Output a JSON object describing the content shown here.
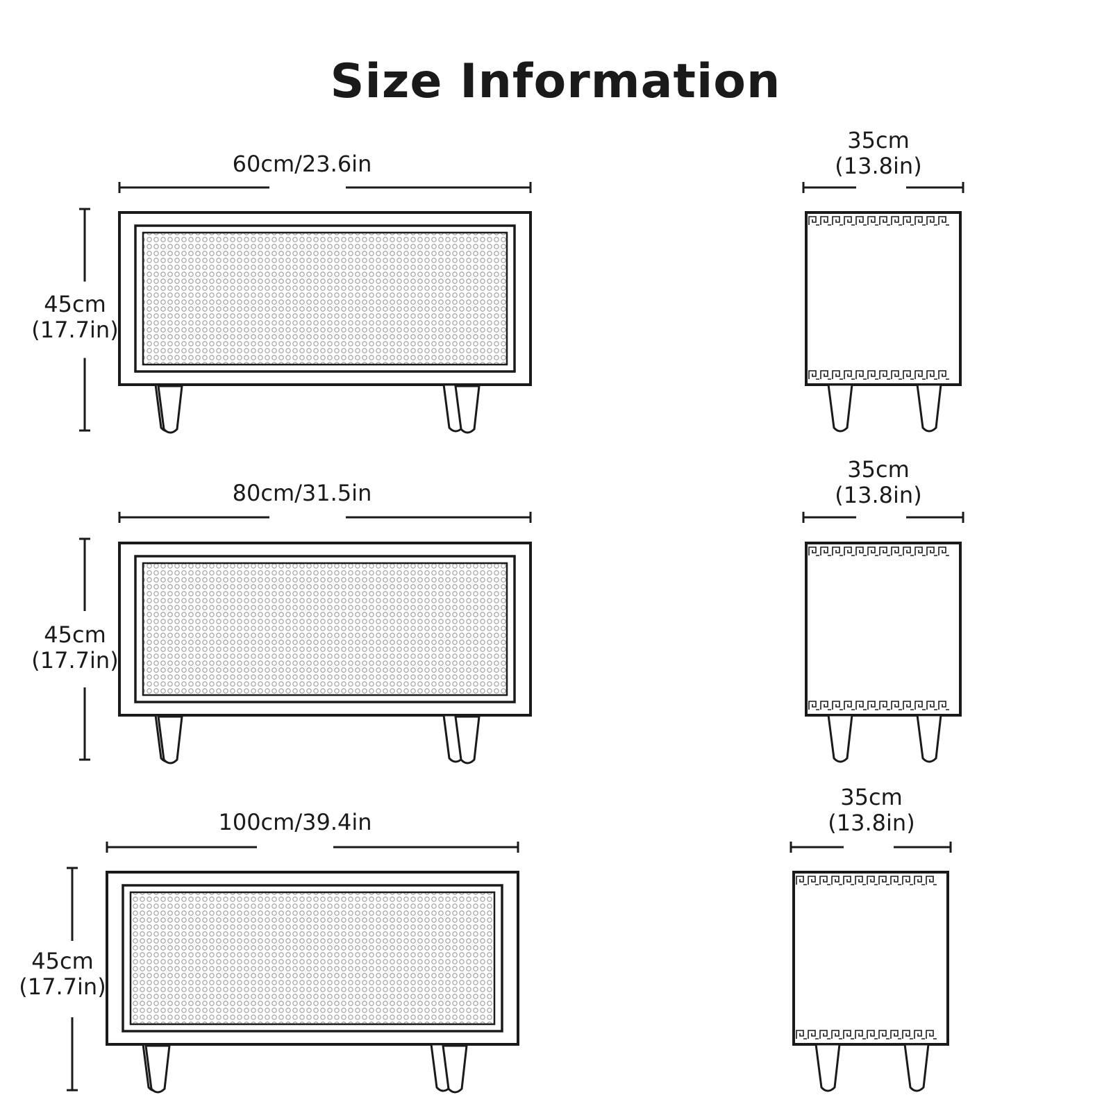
{
  "title": "Size Information",
  "variants": [
    {
      "front_width": "60cm/23.6in",
      "height_cm": "45cm",
      "height_in": "(17.7in)",
      "depth_cm": "35cm",
      "depth_in": "(13.8in)"
    },
    {
      "front_width": "80cm/31.5in",
      "height_cm": "45cm",
      "height_in": "(17.7in)",
      "depth_cm": "35cm",
      "depth_in": "(13.8in)"
    },
    {
      "front_width": "100cm/39.4in",
      "height_cm": "45cm",
      "height_in": "(17.7in)",
      "depth_cm": "35cm",
      "depth_in": "(13.8in)"
    }
  ],
  "colors": {
    "line": "#1a1a1a",
    "dots": "#9a9a9a",
    "background": "#ffffff"
  }
}
